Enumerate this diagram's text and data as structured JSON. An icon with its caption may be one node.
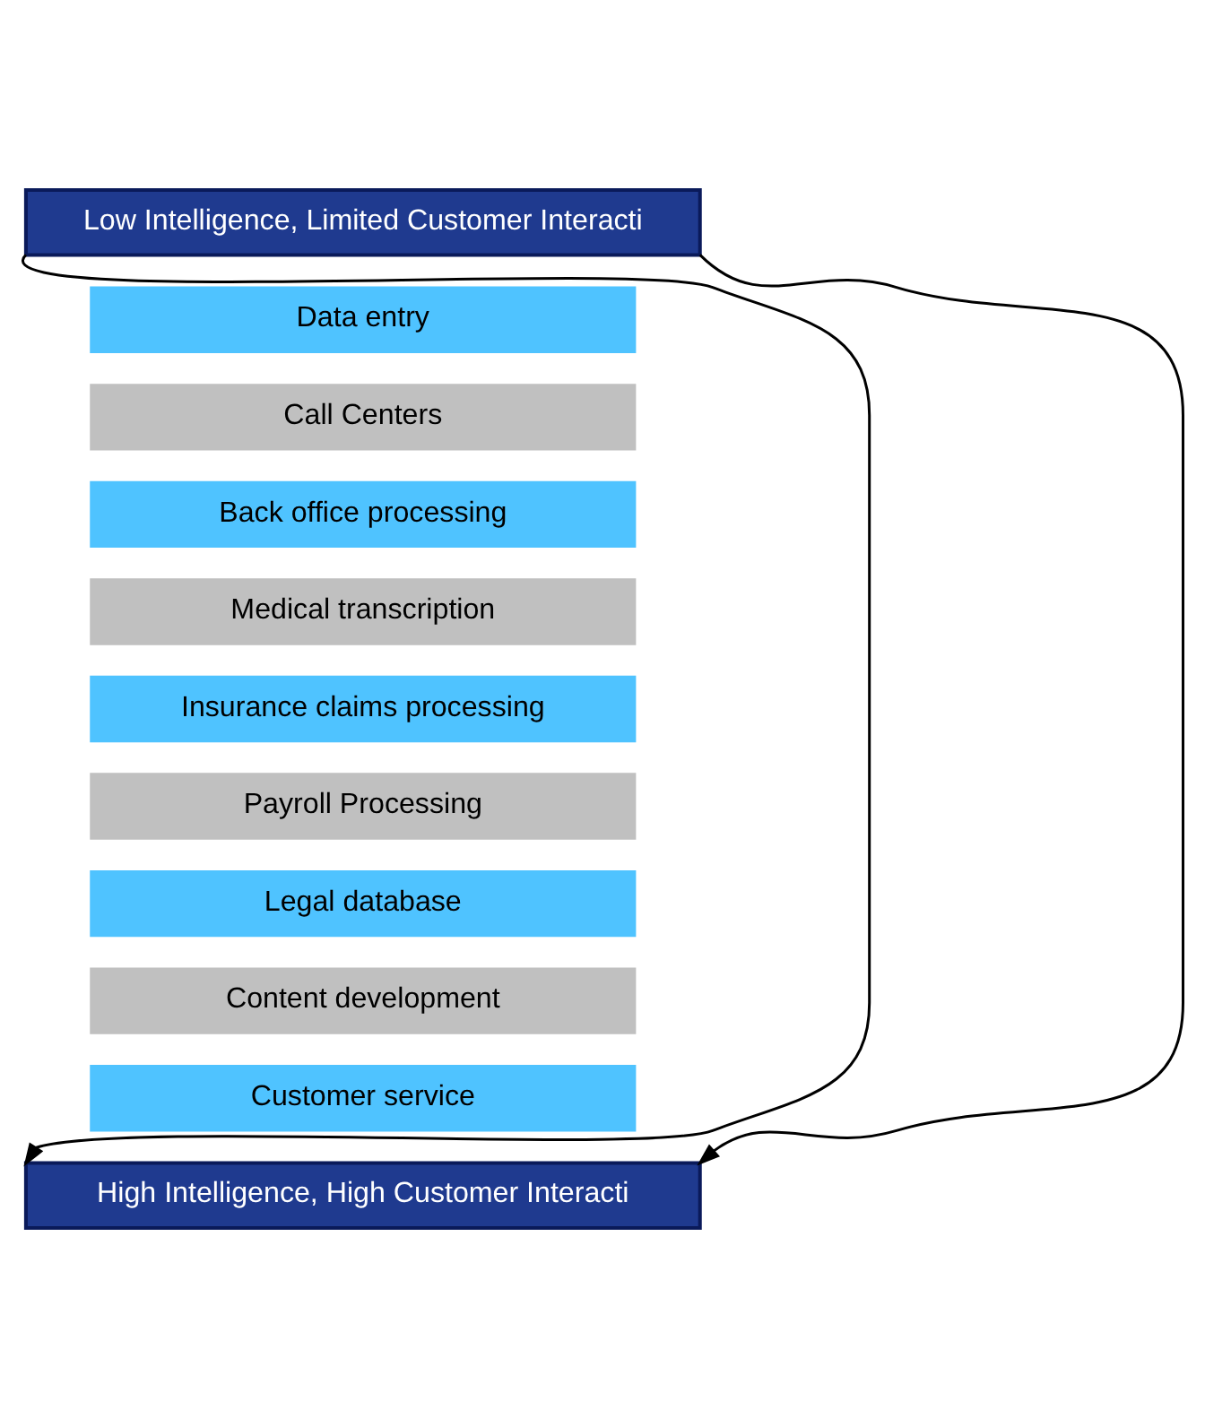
{
  "diagram": {
    "nodes": [
      {
        "text": [
          "Low Intelligence, Limited Customer Interacti"
        ]
      },
      {
        "text": [
          "Data entry"
        ]
      },
      {
        "text": [
          "Call Centers"
        ]
      },
      {
        "text": [
          "Back office processing"
        ]
      },
      {
        "text": [
          "Medical transcription"
        ]
      },
      {
        "text": [
          "Insurance claims processing"
        ]
      },
      {
        "text": [
          "Payroll Processing"
        ]
      },
      {
        "text": [
          "Legal database"
        ]
      },
      {
        "text": [
          "Content development"
        ]
      },
      {
        "text": [
          "Customer service"
        ]
      },
      {
        "text": [
          "High Intelligence, High Customer Interacti"
        ]
      }
    ],
    "edges": [
      {
        "from": 0,
        "to": 10,
        "arrow": "to"
      },
      {
        "from": 0,
        "to": 10,
        "arrow": "to"
      }
    ]
  }
}
